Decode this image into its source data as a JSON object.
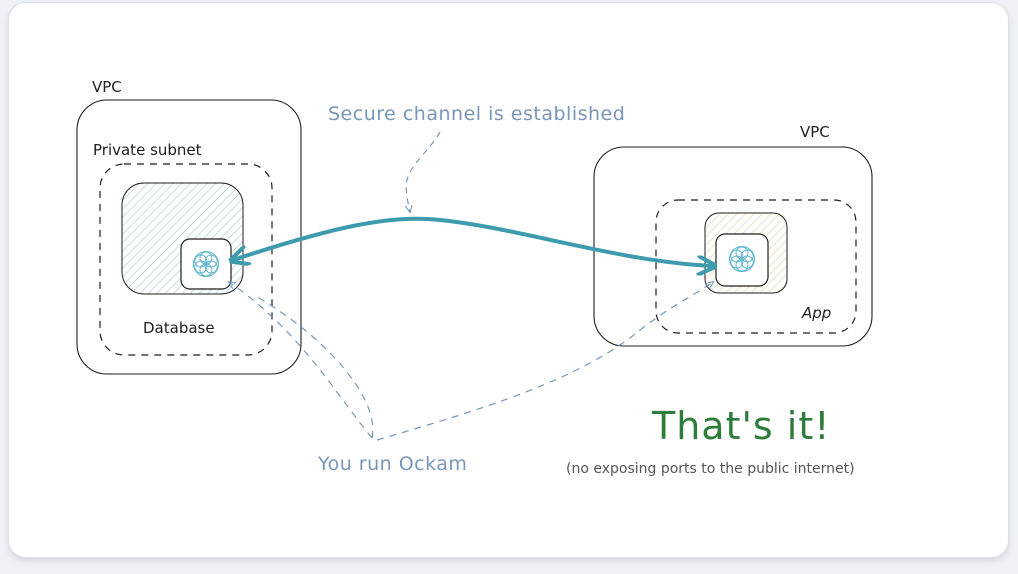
{
  "left": {
    "vpc_label": "VPC",
    "subnet_label": "Private subnet",
    "db_label": "Database"
  },
  "right": {
    "vpc_label": "VPC",
    "app_label": "App"
  },
  "annotations": {
    "secure_channel": "Secure channel is established",
    "you_run": "You run Ockam",
    "thats_it": "That's it!",
    "note": "(no exposing ports to the public internet)"
  },
  "icons": {
    "node_left": "ockam-flower-icon",
    "node_right": "ockam-flower-icon"
  },
  "colors": {
    "channel": "#3d9bad",
    "annotation": "#7897b8",
    "success": "#2f7d3a",
    "db_fill": "#4a9cb0",
    "app_fill": "#e8c58a"
  }
}
